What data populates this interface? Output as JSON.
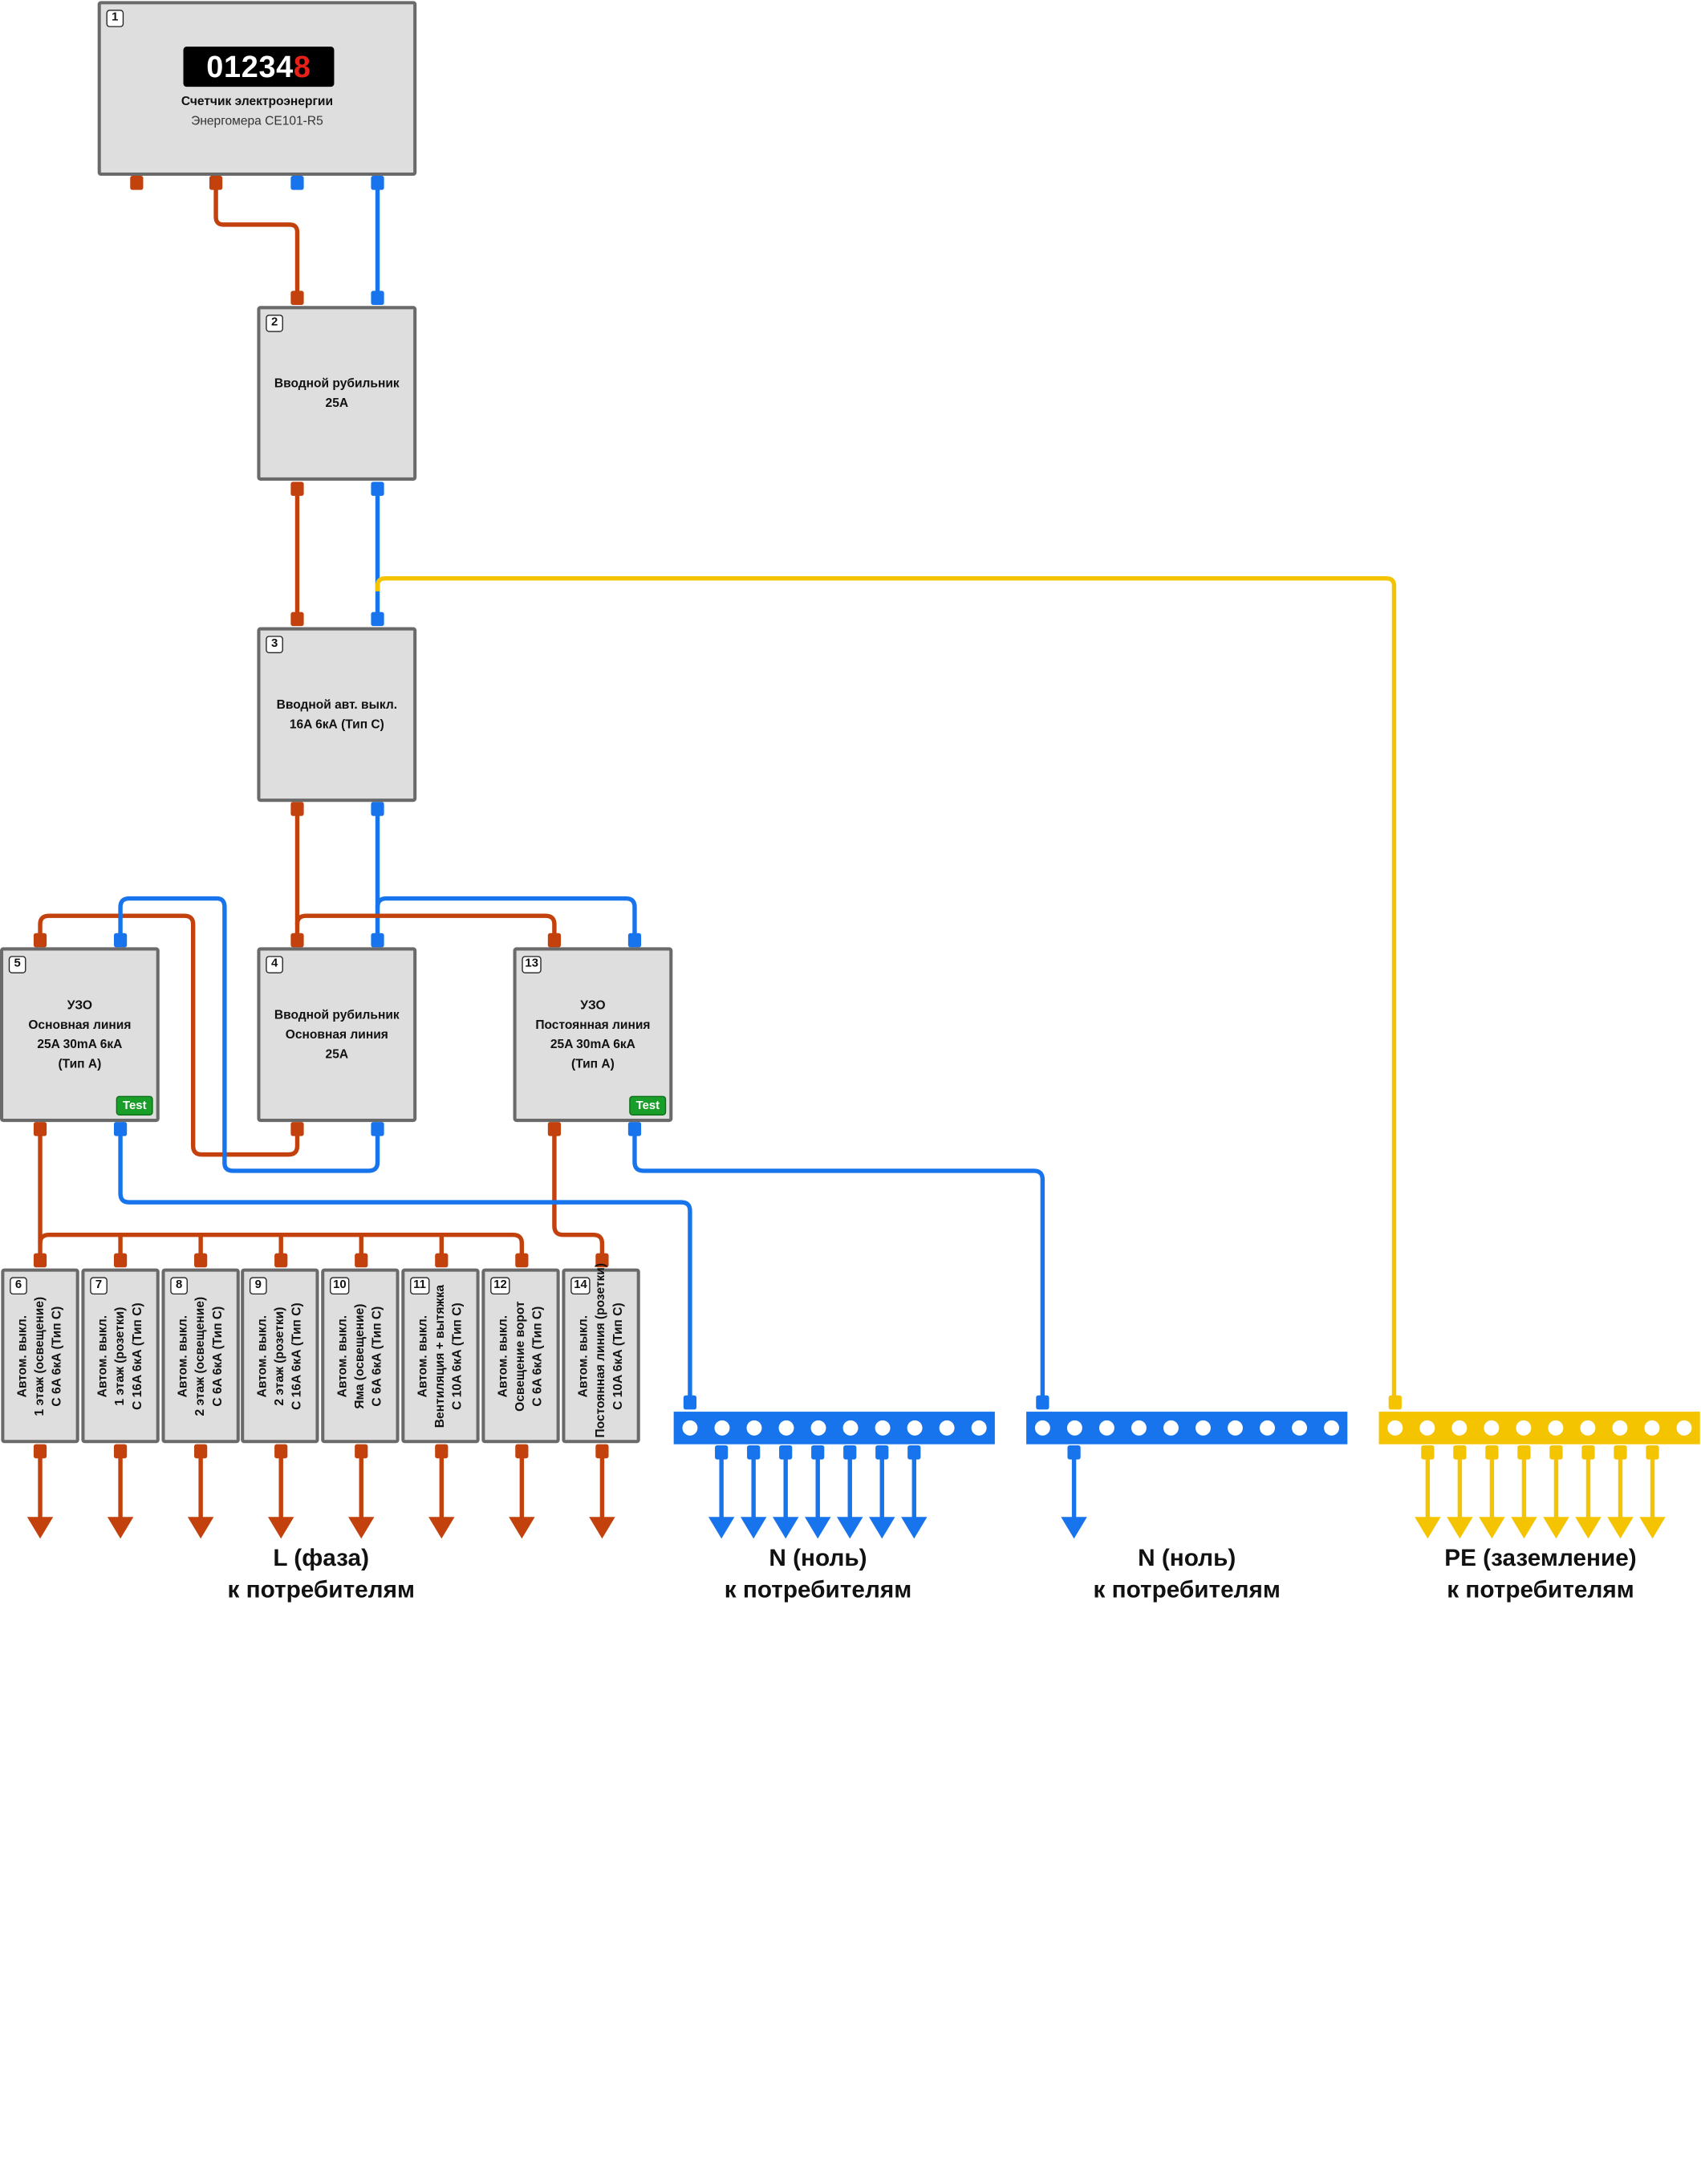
{
  "meter": {
    "number": "1",
    "reading_main": "01234",
    "reading_last": "8",
    "title": "Счетчик электроэнергии",
    "model": "Энергомера CE101-R5"
  },
  "devices": [
    {
      "key": "d2",
      "number": "2",
      "lines": [
        "Вводной рубильник",
        "25A"
      ]
    },
    {
      "key": "d3",
      "number": "3",
      "lines": [
        "Вводной авт. выкл.",
        "16A 6кА (Тип C)"
      ]
    },
    {
      "key": "d4",
      "number": "4",
      "lines": [
        "Вводной рубильник",
        "Основная линия",
        "25A"
      ]
    },
    {
      "key": "d5",
      "number": "5",
      "lines": [
        "УЗО",
        "Основная линия",
        "25A 30mA 6кА",
        "(Тип A)"
      ],
      "test": "Test"
    },
    {
      "key": "d13",
      "number": "13",
      "lines": [
        "УЗО",
        "Постоянная линия",
        "25A 30mA 6кА",
        "(Тип A)"
      ],
      "test": "Test"
    }
  ],
  "breakers": [
    {
      "number": "6",
      "lines": [
        "Автом. выкл.",
        "1 этаж (освещение)",
        "C 6A 6кА (Тип C)"
      ]
    },
    {
      "number": "7",
      "lines": [
        "Автом. выкл.",
        "1 этаж (розетки)",
        "C 16A 6кА (Тип C)"
      ]
    },
    {
      "number": "8",
      "lines": [
        "Автом. выкл.",
        "2 этаж (освещение)",
        "C 6A 6кА (Тип C)"
      ]
    },
    {
      "number": "9",
      "lines": [
        "Автом. выкл.",
        "2 этаж (розетки)",
        "C 16A 6кА (Тип C)"
      ]
    },
    {
      "number": "10",
      "lines": [
        "Автом. выкл.",
        "Яма (освещение)",
        "C 6A 6кА (Тип C)"
      ]
    },
    {
      "number": "11",
      "lines": [
        "Автом. выкл.",
        "Вентиляция + вытяжка",
        "C 10A 6кА (Тип C)"
      ]
    },
    {
      "number": "12",
      "lines": [
        "Автом. выкл.",
        "Освещение ворот",
        "C 6A 6кА (Тип C)"
      ]
    },
    {
      "number": "14",
      "lines": [
        "Автом. выкл.",
        "Постоянная линия (розетки)",
        "C 10A 6кА (Тип C)"
      ]
    }
  ],
  "captions": {
    "phase": [
      "L (фаза)",
      "к потребителям"
    ],
    "neutral_main": [
      "N (ноль)",
      "к потребителям"
    ],
    "neutral_const": [
      "N (ноль)",
      "к потребителям"
    ],
    "earth": [
      "PE (заземление)",
      "к потребителям"
    ]
  },
  "colors": {
    "phase": "#c2410c",
    "neutral": "#1774ec",
    "earth": "#f5c400",
    "device_fill": "#dedede",
    "device_border": "#6a6a6a",
    "test_button": "#1a9e2a",
    "meter_last_digit": "#e8201a"
  },
  "icons": [
    "arrow-down-icon",
    "terminal-hole-icon"
  ]
}
